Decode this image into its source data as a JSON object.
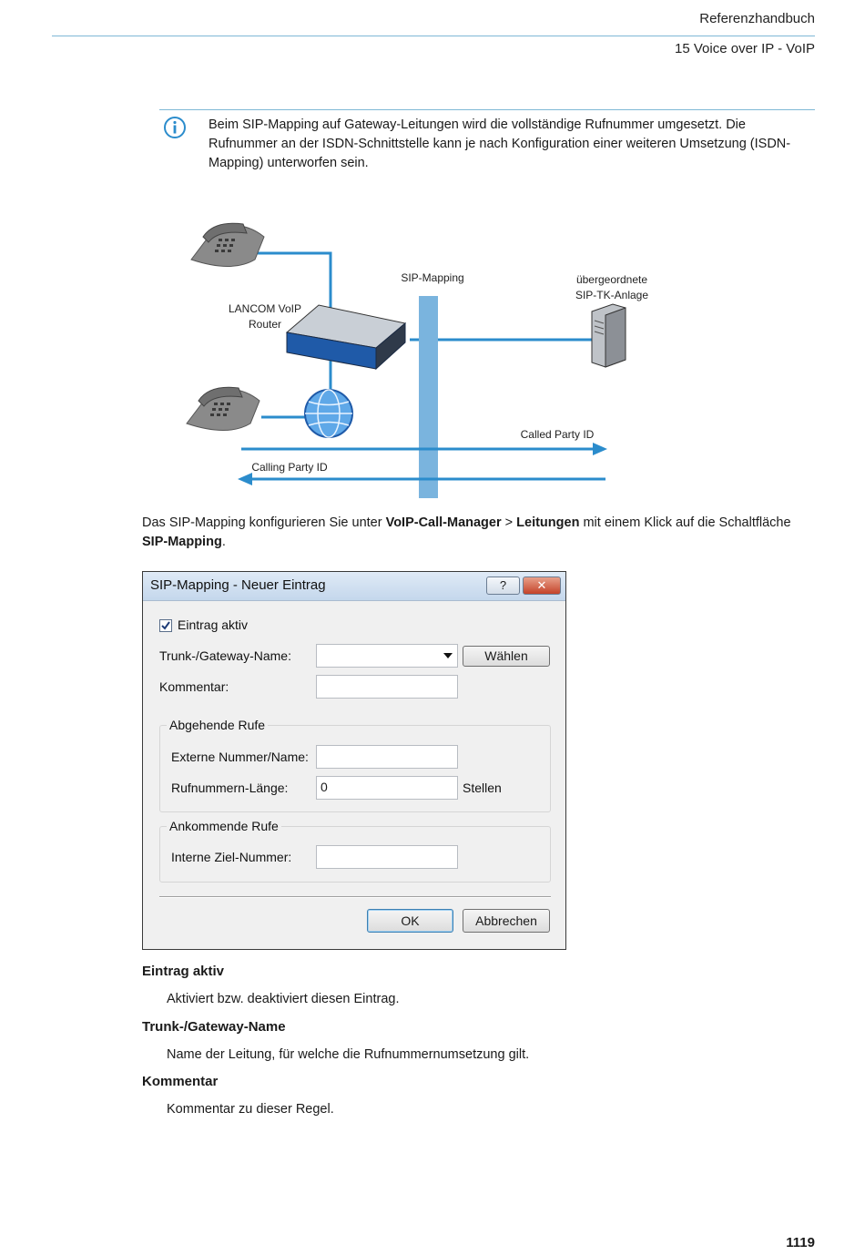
{
  "header": {
    "book": "Referenzhandbuch",
    "chapter": "15 Voice over IP - VoIP"
  },
  "note": {
    "icon": "info-icon",
    "text": "Beim SIP-Mapping auf Gateway-Leitungen wird die vollständige Rufnummer umgesetzt. Die Rufnummer an der ISDN-Schnittstelle kann je nach Konfiguration einer weiteren Umsetzung (ISDN-Mapping) unterworfen sein."
  },
  "diagram": {
    "router_label_1": "LANCOM VoIP",
    "router_label_2": "Router",
    "sip_mapping_label": "SIP-Mapping",
    "pbx_label_1": "übergeordnete",
    "pbx_label_2": "SIP-TK-Anlage",
    "called_label": "Called Party ID",
    "calling_label": "Calling Party ID"
  },
  "intro": {
    "part1": "Das SIP-Mapping konfigurieren Sie unter ",
    "path1": "VoIP-Call-Manager",
    "sep": " > ",
    "path2": "Leitungen",
    "part2": " mit einem Klick auf die Schaltfläche ",
    "button": "SIP-Mapping",
    "end": "."
  },
  "dialog": {
    "title": "SIP-Mapping - Neuer Eintrag",
    "help_btn": "?",
    "close_btn": "✕",
    "active_label": "Eintrag aktiv",
    "active_checked": true,
    "trunk_label": "Trunk-/Gateway-Name:",
    "trunk_value": "",
    "choose_btn": "Wählen",
    "comment_label": "Kommentar:",
    "comment_value": "",
    "outgoing_group": "Abgehende Rufe",
    "ext_label": "Externe Nummer/Name:",
    "ext_value": "",
    "len_label": "Rufnummern-Länge:",
    "len_value": "0",
    "len_unit": "Stellen",
    "incoming_group": "Ankommende Rufe",
    "int_label": "Interne Ziel-Nummer:",
    "int_value": "",
    "ok_btn": "OK",
    "cancel_btn": "Abbrechen"
  },
  "definitions": [
    {
      "term": "Eintrag aktiv",
      "desc": "Aktiviert bzw. deaktiviert diesen Eintrag."
    },
    {
      "term": "Trunk-/Gateway-Name",
      "desc": "Name der Leitung, für welche die Rufnummernumsetzung gilt."
    },
    {
      "term": "Kommentar",
      "desc": "Kommentar zu dieser Regel."
    }
  ],
  "page_number": "1119",
  "colors": {
    "accent_line": "#7fb8d6",
    "diagram_line": "#2b8ccc",
    "sip_bar": "#7ab4de"
  }
}
